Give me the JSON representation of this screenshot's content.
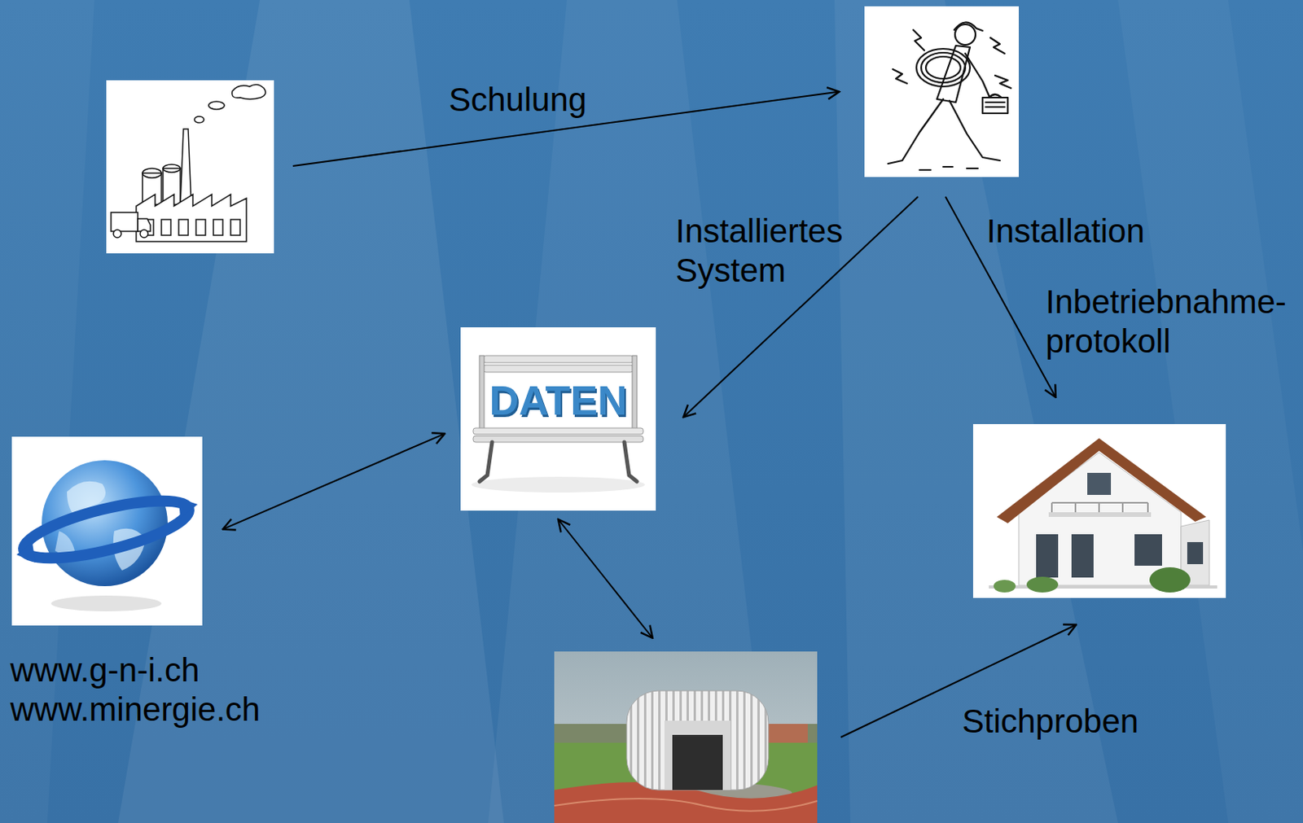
{
  "diagram": {
    "nodes": [
      {
        "text": []
      },
      {
        "text": []
      },
      {
        "text": [
          "DATEN"
        ]
      },
      {
        "text": []
      },
      {
        "text": [
          "www.g-n-i.ch www.minergie.ch"
        ]
      },
      {
        "text": []
      }
    ],
    "edges": [
      {
        "from": 0,
        "to": 1,
        "arrow": "to",
        "label": "Schulung"
      },
      {
        "from": 1,
        "to": 2,
        "arrow": "to",
        "label": "Installiertes System"
      },
      {
        "from": 1,
        "to": 3,
        "arrow": "to",
        "label": "Installation"
      },
      {
        "from": 4,
        "to": 2,
        "arrow": "both"
      },
      {
        "from": 2,
        "to": 5,
        "arrow": "both"
      },
      {
        "from": 5,
        "to": 3,
        "arrow": "to",
        "label": "Stichproben"
      }
    ],
    "labels": [
      "Inbetriebnahme- protokoll"
    ]
  }
}
